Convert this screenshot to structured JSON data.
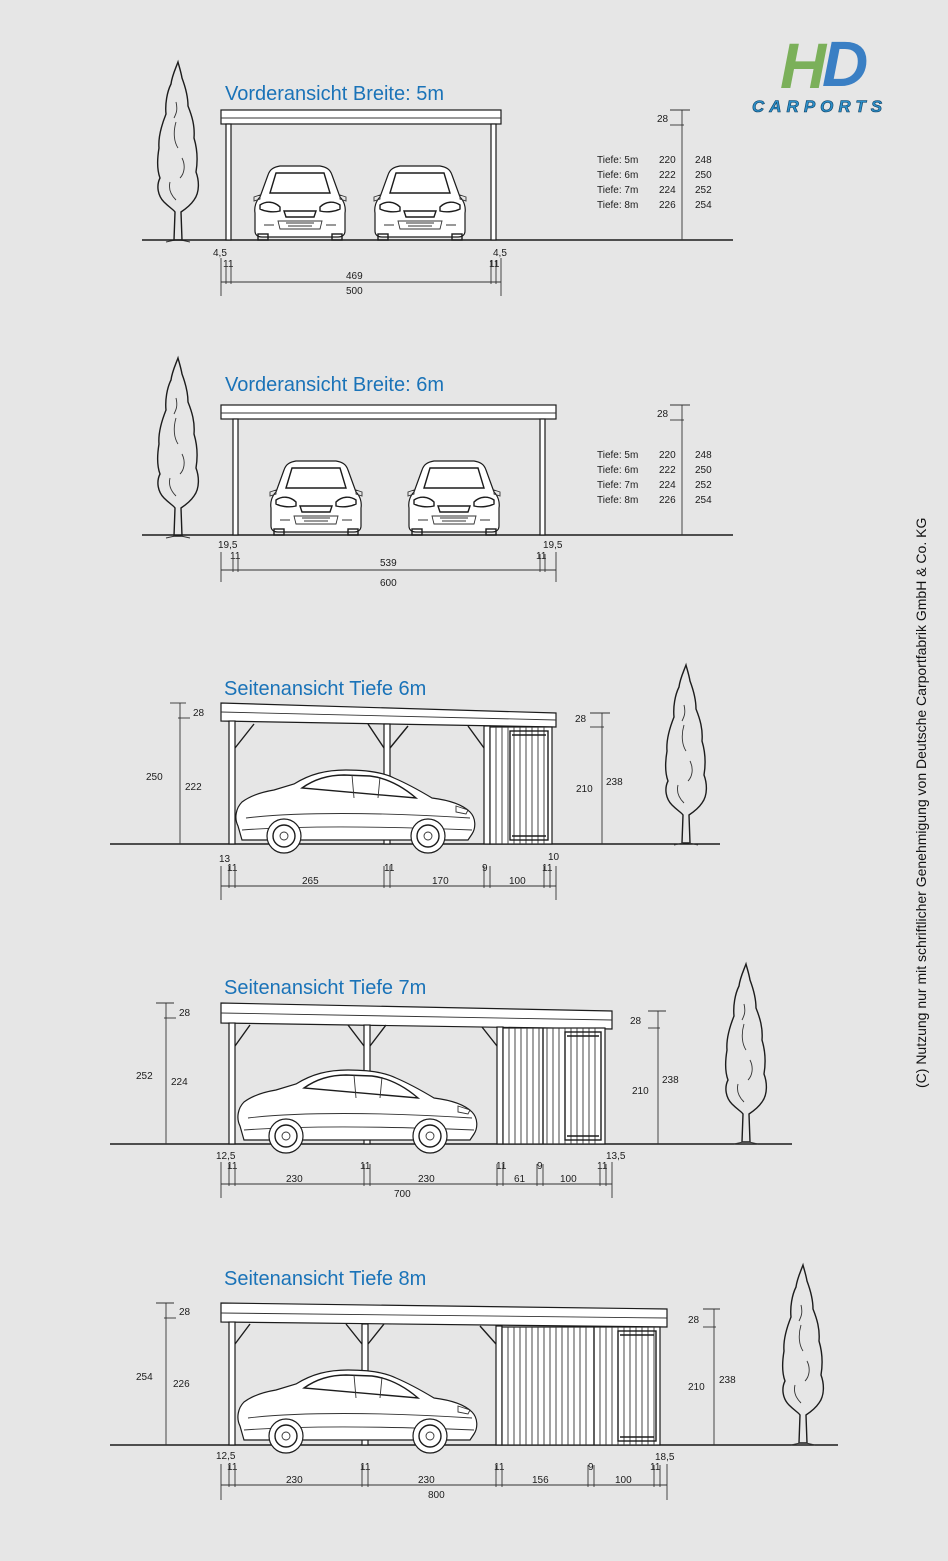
{
  "logo": {
    "letters": "HD",
    "sub": "CARPORTS",
    "colors": {
      "h": "#7bb05a",
      "d": "#3a7fc4",
      "sub": "#2c8fc9"
    }
  },
  "copyright": "(C) Nutzung nur mit schriftlicher Genehmigung von Deutsche Carportfabrik GmbH & Co. KG",
  "colors": {
    "background": "#e6e6e6",
    "title": "#1a73b8",
    "line": "#1c1c1c"
  },
  "height_table": {
    "rows": [
      {
        "label": "Tiefe: 5m",
        "post": "220",
        "total": "248"
      },
      {
        "label": "Tiefe: 6m",
        "post": "222",
        "total": "250"
      },
      {
        "label": "Tiefe: 7m",
        "post": "224",
        "total": "252"
      },
      {
        "label": "Tiefe: 8m",
        "post": "226",
        "total": "254"
      }
    ]
  },
  "views": [
    {
      "title": "Vorderansicht Breite: 5m",
      "roof": "28",
      "edge_left": "4,5",
      "edge_right": "4,5",
      "post_left": "11",
      "post_right": "11",
      "inner": "469",
      "total": "500"
    },
    {
      "title": "Vorderansicht Breite: 6m",
      "roof": "28",
      "edge_left": "19,5",
      "edge_right": "19,5",
      "post_left": "11",
      "post_right": "11",
      "inner": "539",
      "total": "600"
    },
    {
      "title": "Seitenansicht Tiefe 6m",
      "roof_left": "28",
      "total_left": "250",
      "post_left": "222",
      "roof_right": "28",
      "shed_height": "210",
      "total_right": "238",
      "over_left": "13",
      "over_right": "10",
      "seg": [
        "11",
        "265",
        "11",
        "170",
        "9",
        "100",
        "11"
      ],
      "total": ""
    },
    {
      "title": "Seitenansicht Tiefe 7m",
      "roof_left": "28",
      "total_left": "252",
      "post_left": "224",
      "roof_right": "28",
      "shed_height": "210",
      "total_right": "238",
      "over_left": "12,5",
      "over_right": "13,5",
      "seg": [
        "11",
        "230",
        "11",
        "230",
        "11",
        "61",
        "9",
        "100",
        "11"
      ],
      "total": "700"
    },
    {
      "title": "Seitenansicht Tiefe 8m",
      "roof_left": "28",
      "total_left": "254",
      "post_left": "226",
      "roof_right": "28",
      "shed_height": "210",
      "total_right": "238",
      "over_left": "12,5",
      "over_right": "18,5",
      "seg": [
        "11",
        "230",
        "11",
        "230",
        "11",
        "156",
        "9",
        "100",
        "11"
      ],
      "total": "800"
    }
  ]
}
